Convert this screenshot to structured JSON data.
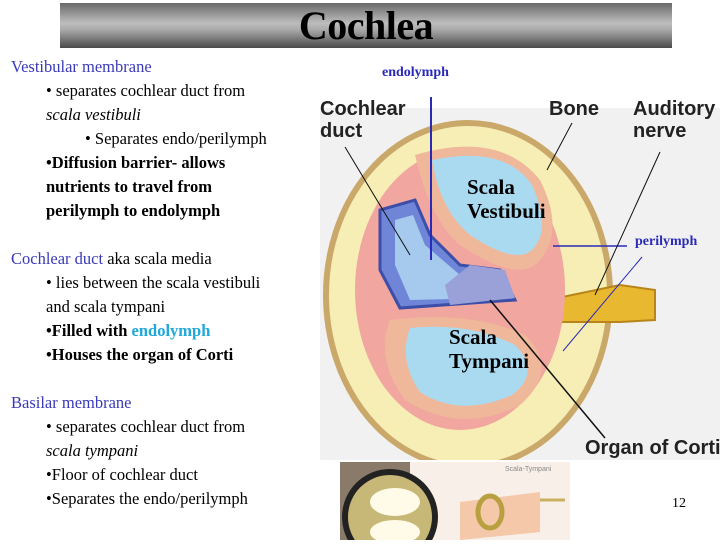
{
  "title": "Cochlea",
  "sections": [
    {
      "heading": "Vestibular membrane",
      "lines": [
        {
          "bullet": "•",
          "text": " separates cochlear duct from"
        },
        {
          "text": "scala vestibuli"
        },
        {
          "bullet": "•",
          "text": "  Separates endo/perilymph"
        },
        {
          "bullet": "•",
          "text": "Diffusion barrier- allows"
        },
        {
          "text": "nutrients to travel from"
        },
        {
          "text": "perilymph to endolymph"
        }
      ]
    },
    {
      "heading": "Cochlear duct",
      "heading_suffix": " aka scala media",
      "lines": [
        {
          "bullet": "•",
          "text": " lies between the scala vestibuli"
        },
        {
          "text": "and scala tympani"
        },
        {
          "bullet": "•",
          "text": "Filled with ",
          "highlight": "endolymph"
        },
        {
          "bullet": "•",
          "text": "Houses the organ of Corti"
        }
      ]
    },
    {
      "heading": "Basilar membrane",
      "lines": [
        {
          "bullet": "•",
          "text": " separates cochlear duct from"
        },
        {
          "text": "scala tympani"
        },
        {
          "bullet": "•",
          "text": "Floor of cochlear duct"
        },
        {
          "bullet": "•",
          "text": "Separates the endo/perilymph"
        }
      ]
    }
  ],
  "diagram": {
    "labels": {
      "cochlear_duct_1": "Cochlear",
      "cochlear_duct_2": "duct",
      "bone": "Bone",
      "auditory_nerve_1": "Auditory",
      "auditory_nerve_2": "nerve",
      "organ_of_corti": "Organ of Corti",
      "scala_vestibuli_1": "Scala",
      "scala_vestibuli_2": "Vestibuli",
      "scala_tympani_1": "Scala",
      "scala_tympani_2": "Tympani",
      "endolymph": "endolymph",
      "perilymph": "perilymph"
    },
    "photo_caption": "Scala-Tympani"
  },
  "page_number": "12",
  "colors": {
    "heading_blue": "#3a3ab8",
    "endolymph_cyan": "#1fa8d8",
    "annotation_blue": "#2a2ab8"
  }
}
